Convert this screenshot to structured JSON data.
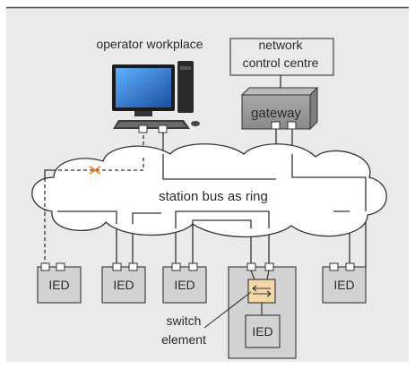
{
  "labels": {
    "operator_workplace": "operator workplace",
    "network_control_line1": "network",
    "network_control_line2": "control centre",
    "gateway": "gateway",
    "station_bus": "station bus as ring",
    "ied": "IED",
    "switch_line1": "switch",
    "switch_line2": "element"
  },
  "colors": {
    "background": "#eaeaea",
    "top_rule": "#444444",
    "device_fill": "#d2d2d2",
    "gateway_fill": "#9c9c9c",
    "line": "#333333",
    "cloud_fill": "#ffffff",
    "fault_mark": "#e8822a",
    "switch_fill": "#f5d7a8",
    "monitor_screen": "#2a75d0"
  },
  "icons": [
    "desktop-computer-icon",
    "fault-cross-icon",
    "switch-arrows-icon"
  ]
}
